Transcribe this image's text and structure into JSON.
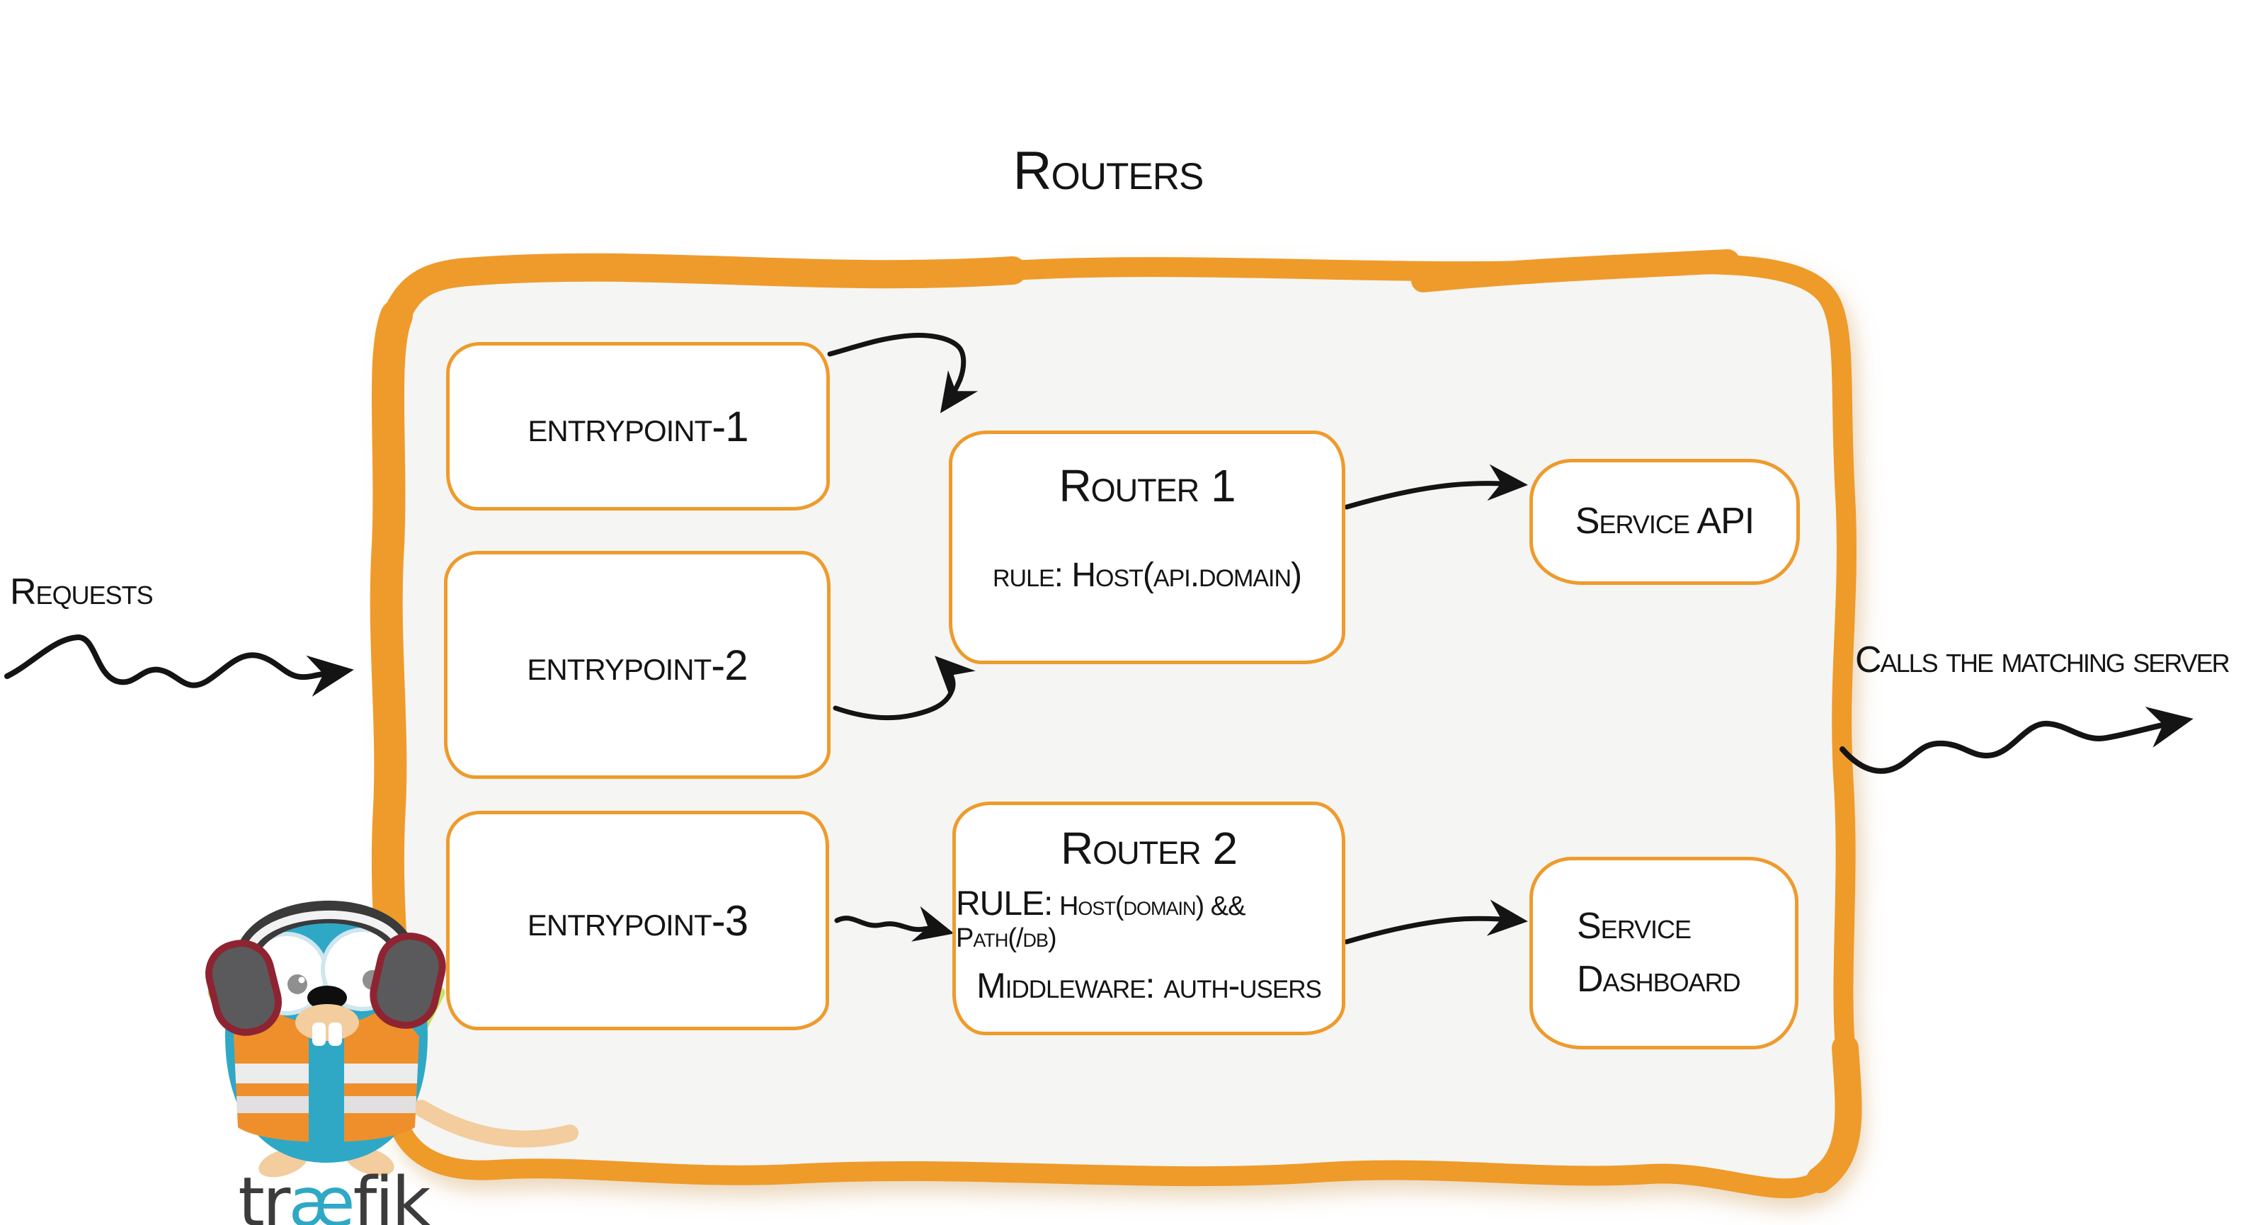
{
  "title": "Routers",
  "flow": {
    "requests_label": "Requests",
    "calls_label": "Calls the matching server"
  },
  "entrypoints": [
    {
      "label": "entrypoint-1"
    },
    {
      "label": "entrypoint-2"
    },
    {
      "label": "entrypoint-3"
    }
  ],
  "routers": [
    {
      "name": "Router 1",
      "rule": "rule: Host(api.domain)"
    },
    {
      "name": "Router 2",
      "rule_label": "RULE:",
      "rule_value": "Host(domain) && Path(/db)",
      "middleware_label": "Middleware:",
      "middleware_value": "auth-users"
    }
  ],
  "services": [
    {
      "label": "Service API"
    },
    {
      "label": "Service Dashboard"
    }
  ],
  "logo": {
    "wordmark_prefix": "tr",
    "wordmark_ae": "æ",
    "wordmark_suffix": "fik"
  },
  "colors": {
    "accent_orange": "#EE9B2C",
    "container_fill": "#F5F5F4",
    "ink": "#141414",
    "brand_blue": "#2FA8C6",
    "wordmark_gray": "#3C3C3C"
  }
}
